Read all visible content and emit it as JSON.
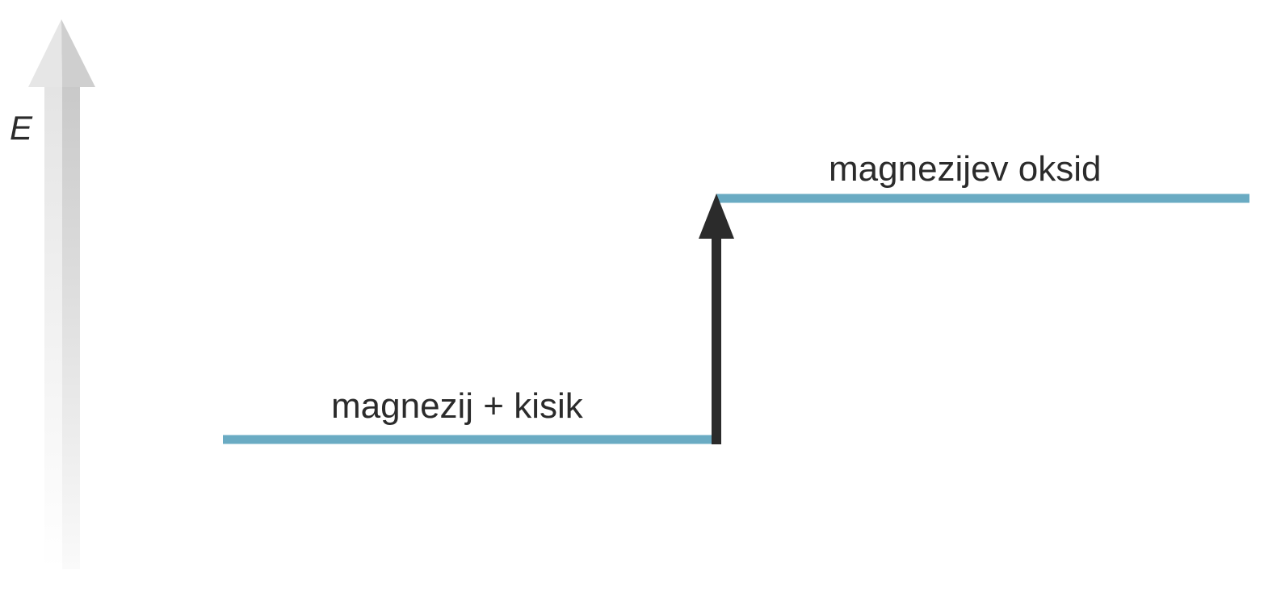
{
  "axis": {
    "label": "E"
  },
  "levels": {
    "reactants": {
      "label": "magnezij + kisik"
    },
    "products": {
      "label": "magnezijev oksid"
    }
  },
  "colors": {
    "level_line": "#6aabc3",
    "change_arrow": "#2b2b2b",
    "axis_arrow_light": "#e6e6e6",
    "axis_arrow_dark": "#cfcfcf",
    "text": "#2b2b2b"
  }
}
